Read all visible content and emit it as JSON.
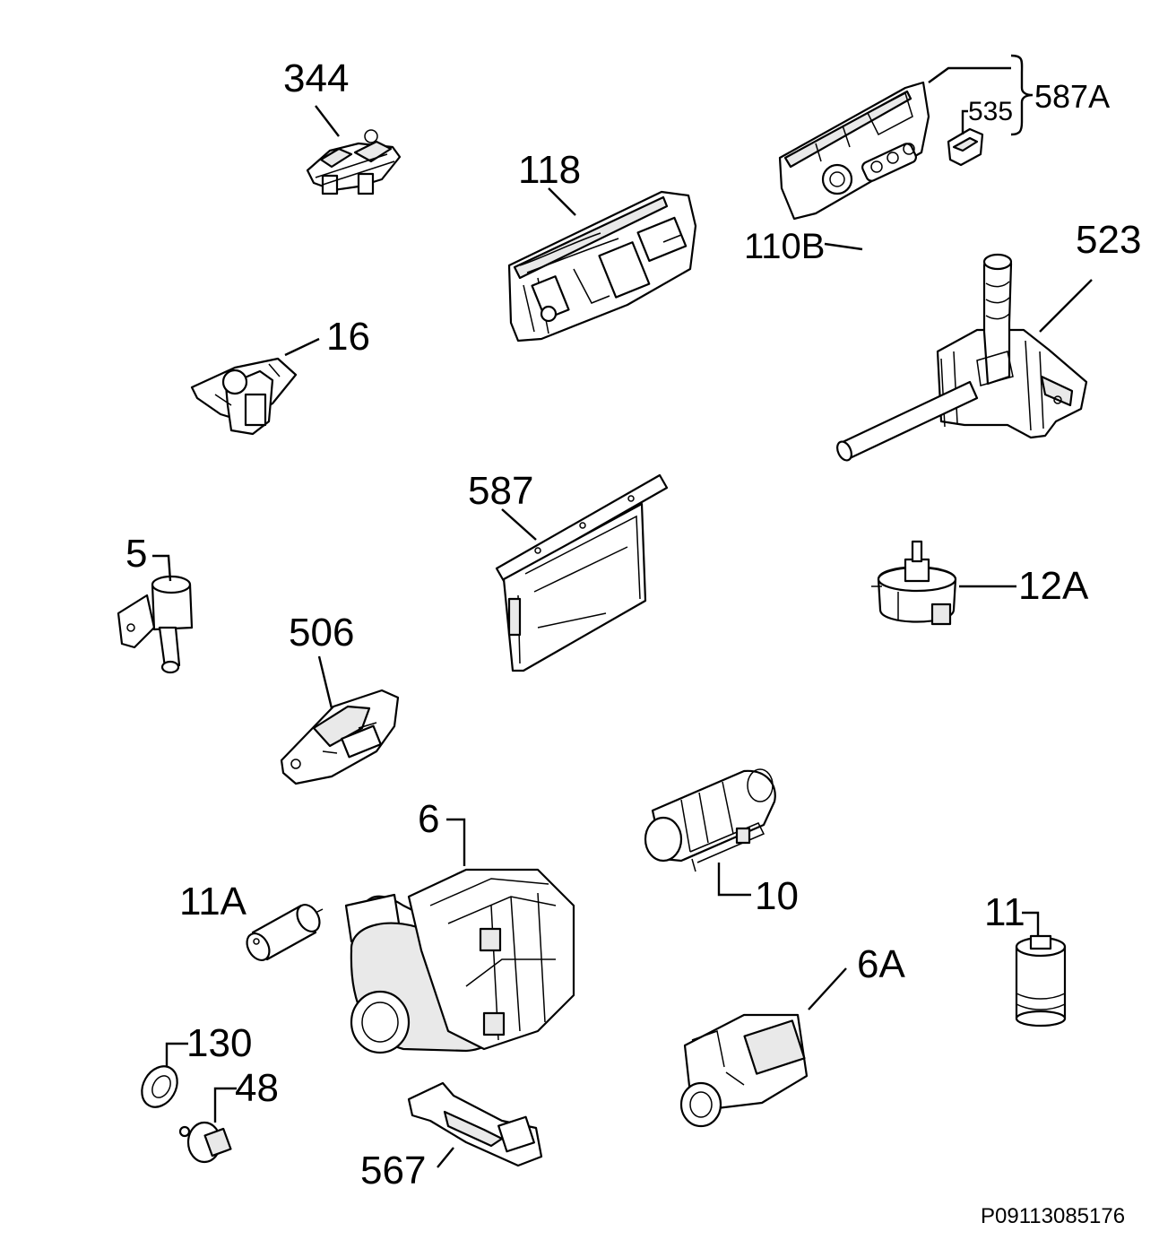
{
  "diagram": {
    "code": "P09113085176",
    "labels": {
      "p344": "344",
      "p118": "118",
      "p587A": "587A",
      "p535": "535",
      "p523": "523",
      "p16": "16",
      "p110B": "110B",
      "p587": "587",
      "p5": "5",
      "p12A": "12A",
      "p506": "506",
      "p6": "6",
      "p10": "10",
      "p11A": "11A",
      "p11": "11",
      "p6A": "6A",
      "p130": "130",
      "p48": "48",
      "p567": "567"
    }
  }
}
